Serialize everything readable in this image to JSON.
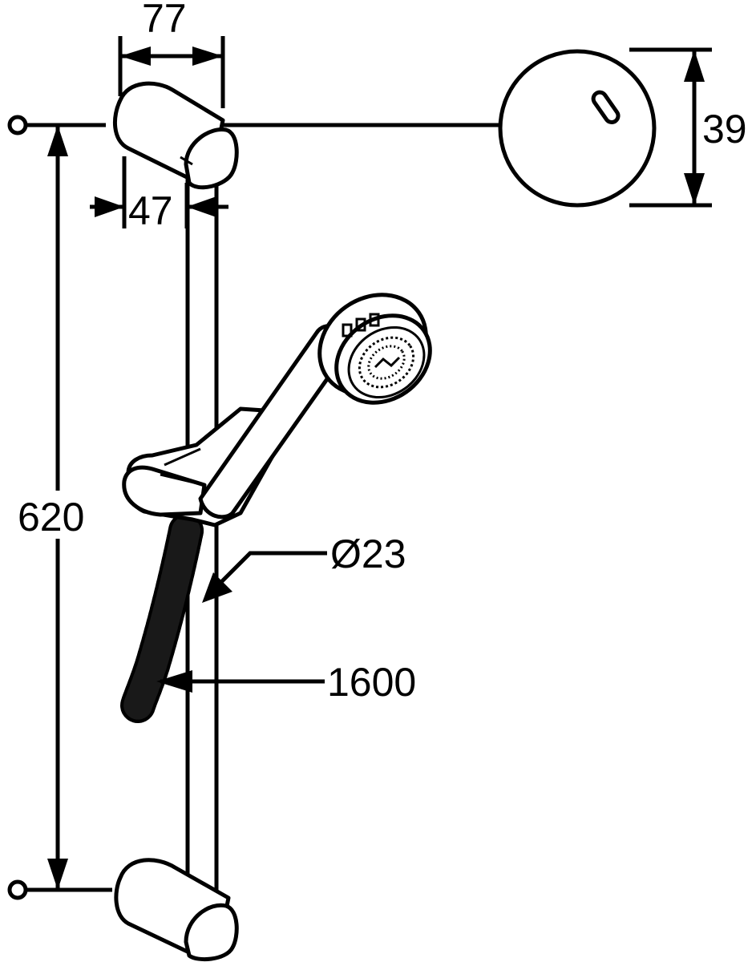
{
  "dimensions": {
    "bracket_width": "77",
    "bracket_depth": "47",
    "bracket_height": "39",
    "rail_length": "620",
    "rail_diameter": "Ø23",
    "hose_length": "1600"
  },
  "colors": {
    "line": "#000000",
    "background": "#ffffff"
  }
}
